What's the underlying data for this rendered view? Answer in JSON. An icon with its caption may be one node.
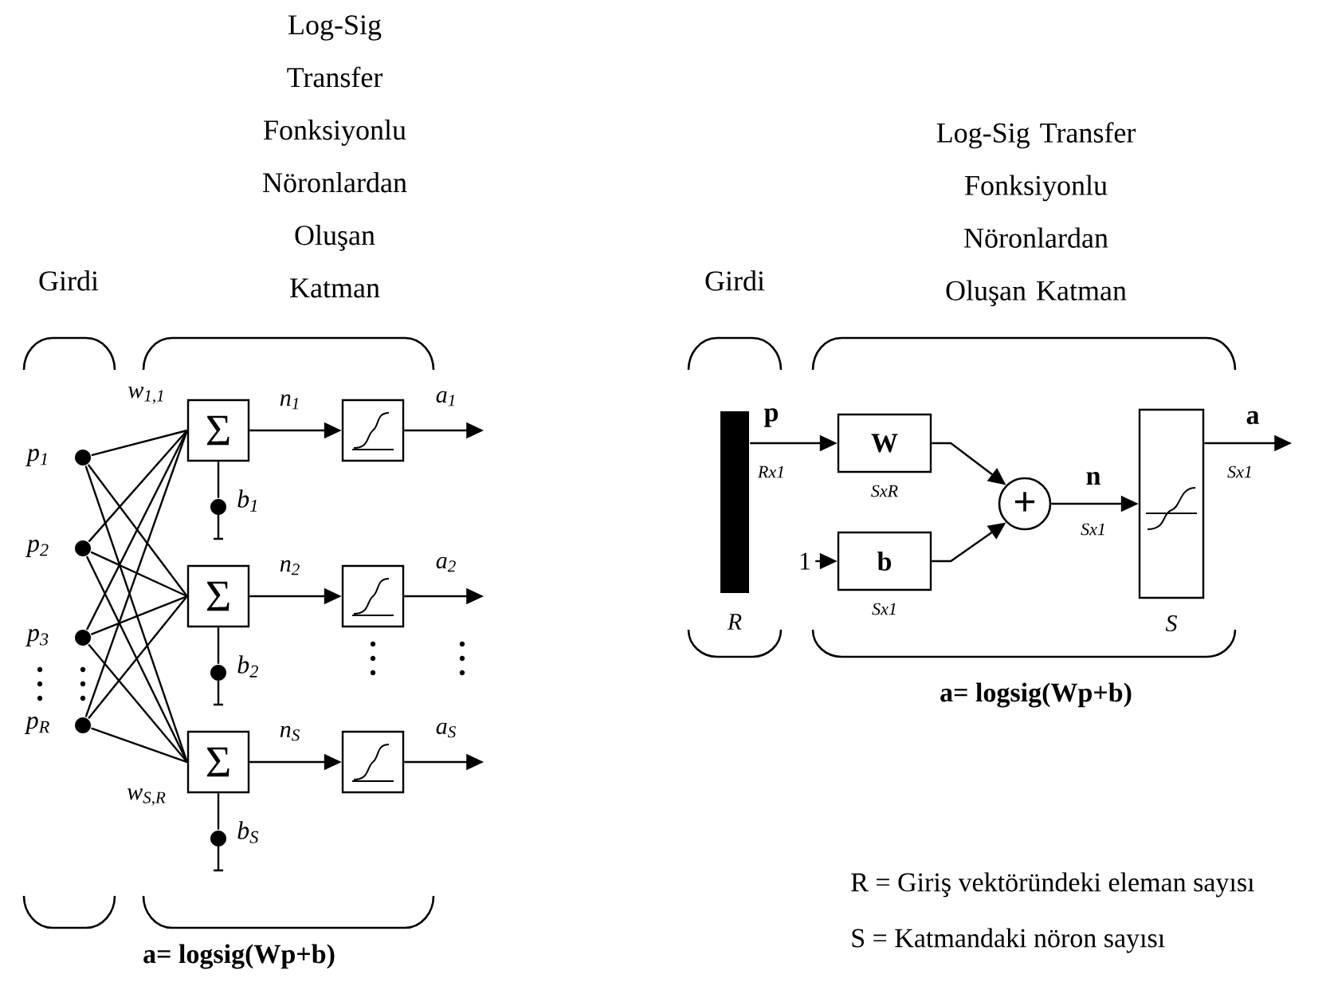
{
  "diagram": {
    "nodes": [
      {
        "text": [],
        "shape": "circle",
        "beside": [
          "*p*$_{1}$"
        ]
      },
      {
        "text": [],
        "shape": "circle",
        "beside": [
          "*p*$_{2}$"
        ]
      },
      {
        "text": [],
        "shape": "circle",
        "beside": [
          "*p*$_{3}$"
        ]
      },
      {
        "text": [],
        "shape": "circle",
        "beside": [
          "*p*$_{R}$"
        ]
      },
      {
        "text": [
          "Σ"
        ]
      },
      {
        "text": [
          "Σ"
        ]
      },
      {
        "text": [
          "Σ"
        ]
      },
      {
        "text": [],
        "shape": "box"
      },
      {
        "text": [],
        "shape": "box"
      },
      {
        "text": [],
        "shape": "box"
      },
      {
        "text": [],
        "shape": "circle",
        "beside": [
          "*b*$_{1}$"
        ]
      },
      {
        "text": [],
        "shape": "circle",
        "beside": [
          "*b*$_{2}$"
        ]
      },
      {
        "text": [],
        "shape": "circle",
        "beside": [
          "*b*$_{S}$"
        ]
      },
      {
        "text": [],
        "shape": "bar",
        "beside": [
          "R"
        ]
      },
      {
        "text": [
          "W"
        ],
        "beside": [
          "SxR"
        ]
      },
      {
        "text": [
          "1"
        ]
      },
      {
        "text": [
          "b"
        ],
        "beside": [
          "Sx1"
        ]
      },
      {
        "text": [
          "+"
        ]
      },
      {
        "text": [],
        "shape": "box",
        "beside": [
          "S"
        ]
      }
    ],
    "edges": [
      {
        "from": 0,
        "to": 4,
        "arrow": "none",
        "label": "*w*$_{1,1}$"
      },
      {
        "from": 0,
        "to": 5,
        "arrow": "none"
      },
      {
        "from": 0,
        "to": 6,
        "arrow": "none"
      },
      {
        "from": 1,
        "to": 4,
        "arrow": "none"
      },
      {
        "from": 1,
        "to": 5,
        "arrow": "none"
      },
      {
        "from": 1,
        "to": 6,
        "arrow": "none"
      },
      {
        "from": 2,
        "to": 4,
        "arrow": "none"
      },
      {
        "from": 2,
        "to": 5,
        "arrow": "none"
      },
      {
        "from": 2,
        "to": 6,
        "arrow": "none"
      },
      {
        "from": 3,
        "to": 4,
        "arrow": "none"
      },
      {
        "from": 3,
        "to": 5,
        "arrow": "none"
      },
      {
        "from": 3,
        "to": 6,
        "arrow": "none",
        "label": "*w*$_{S,R}$"
      },
      {
        "from": 4,
        "to": 7,
        "arrow": "to",
        "label": "*n*$_{1}$"
      },
      {
        "from": 5,
        "to": 8,
        "arrow": "to",
        "label": "*n*$_{2}$"
      },
      {
        "from": 6,
        "to": 9,
        "arrow": "to",
        "label": "*n*$_{S}$"
      },
      {
        "from": 7,
        "to": null,
        "arrow": "to",
        "label": "*a*$_{1}$"
      },
      {
        "from": 8,
        "to": null,
        "arrow": "to",
        "label": "*a*$_{2}$"
      },
      {
        "from": 9,
        "to": null,
        "arrow": "to",
        "label": "*a*$_{S}$"
      },
      {
        "from": 10,
        "to": 4,
        "arrow": "none"
      },
      {
        "from": 11,
        "to": 5,
        "arrow": "none"
      },
      {
        "from": 12,
        "to": 6,
        "arrow": "none"
      },
      {
        "from": 13,
        "to": 14,
        "arrow": "to",
        "label": "p"
      },
      {
        "from": 15,
        "to": 16,
        "arrow": "to"
      },
      {
        "from": 14,
        "to": 17,
        "arrow": "to"
      },
      {
        "from": 16,
        "to": 17,
        "arrow": "to"
      },
      {
        "from": 17,
        "to": 18,
        "arrow": "to",
        "label": "n"
      },
      {
        "from": 18,
        "to": null,
        "arrow": "to",
        "label": "a"
      }
    ],
    "labels": [
      "Log-Sig Transfer Fonksiyonlu Nöronlardan Oluşan Katman",
      "Log-Sig Transfer Fonksiyonlu Nöronlardan Oluşan Katman",
      "Girdi",
      "Girdi",
      "Rx1",
      "Sx1",
      "Sx1",
      "a= logsig(Wp+b)",
      "a= logsig(Wp+b)",
      "R = Giriş vektöründeki eleman sayısı",
      "S = Katmandaki nöron sayısı"
    ]
  }
}
